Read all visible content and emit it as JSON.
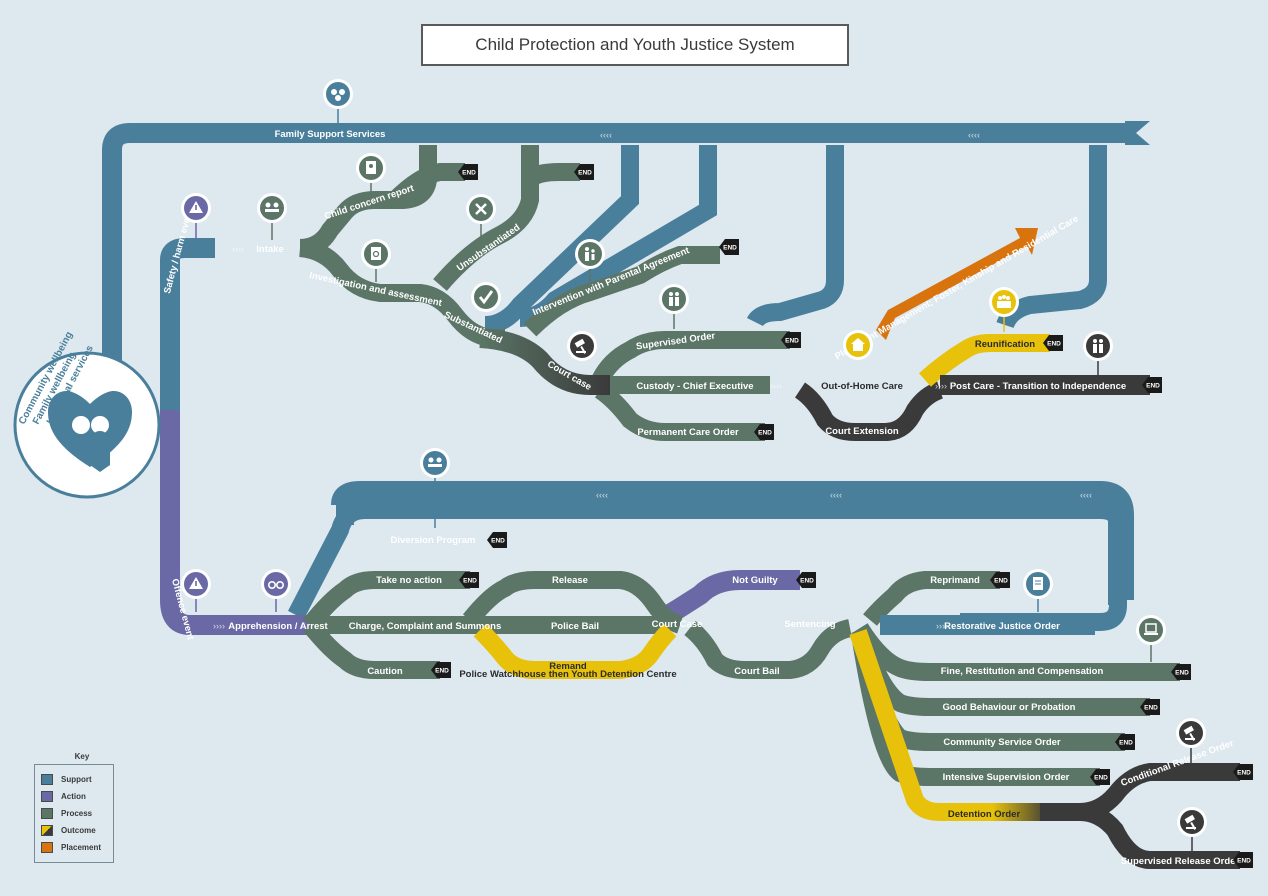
{
  "title": "Child Protection and Youth Justice System",
  "colors": {
    "support": "#4a7f9c",
    "action": "#6a69a6",
    "process": "#5b7566",
    "outcome_yellow": "#e8c20a",
    "outcome_dark": "#3a3a3a",
    "placement": "#d9730d",
    "background": "#dde8ef"
  },
  "hub": {
    "lines": [
      "Community wellbeing",
      "Family wellbeing",
      "Universal services"
    ]
  },
  "labels": {
    "family_support_services": "Family Support Services",
    "safety_harm_event": "Safety / harm event",
    "intake": "Intake",
    "child_concern_report": "Child concern report",
    "investigation": "Investigation and assessment",
    "unsubstantiated": "Unsubstantiated",
    "substantiated": "Substantiated",
    "intervention": "Intervention with Parental Agreement",
    "supervised_order": "Supervised Order",
    "court_case_cp": "Court case",
    "custody": "Custody - Chief Executive",
    "permanent_care": "Permanent Care Order",
    "out_of_home": "Out-of-Home Care",
    "court_extension": "Court Extension",
    "reunification": "Reunification",
    "post_care": "Post Care - Transition to Independence",
    "placement": "Placement Management; Foster, Kinship and Residential Care",
    "offence_event": "Offence event",
    "apprehension": "Apprehension / Arrest",
    "diversion": "Diversion Program",
    "take_no_action": "Take no action",
    "charge": "Charge, Complaint and Summons",
    "caution": "Caution",
    "release": "Release",
    "police_bail": "Police Bail",
    "remand": "Remand",
    "remand_sub": "Police Watchhouse then Youth Detention Centre",
    "court_case_yj": "Court Case",
    "not_guilty": "Not Guilty",
    "court_bail": "Court Bail",
    "sentencing": "Sentencing",
    "reprimand": "Reprimand",
    "restorative": "Restorative Justice Order",
    "fine": "Fine, Restitution and Compensation",
    "good_behaviour": "Good Behaviour or Probation",
    "community_service": "Community Service Order",
    "intensive": "Intensive Supervision Order",
    "detention": "Detention Order",
    "conditional": "Conditional Release Order",
    "supervised_release": "Supervised Release Order"
  },
  "end_marker": "END",
  "icons": [
    "family-icon",
    "warning-icon",
    "meeting-icon",
    "id-card-icon",
    "report-icon",
    "cross-icon",
    "check-icon",
    "person-icon",
    "people-icon",
    "gavel-icon",
    "house-icon",
    "group-icon",
    "handcuffs-icon",
    "document-icon",
    "laptop-icon"
  ],
  "key": {
    "title": "Key",
    "items": [
      {
        "label": "Support",
        "color": "#4a7f9c"
      },
      {
        "label": "Action",
        "color": "#6a69a6"
      },
      {
        "label": "Process",
        "color": "#5b7566"
      },
      {
        "label": "Outcome",
        "color": "#e8c20a",
        "color2": "#3a3a3a"
      },
      {
        "label": "Placement",
        "color": "#d9730d"
      }
    ]
  }
}
